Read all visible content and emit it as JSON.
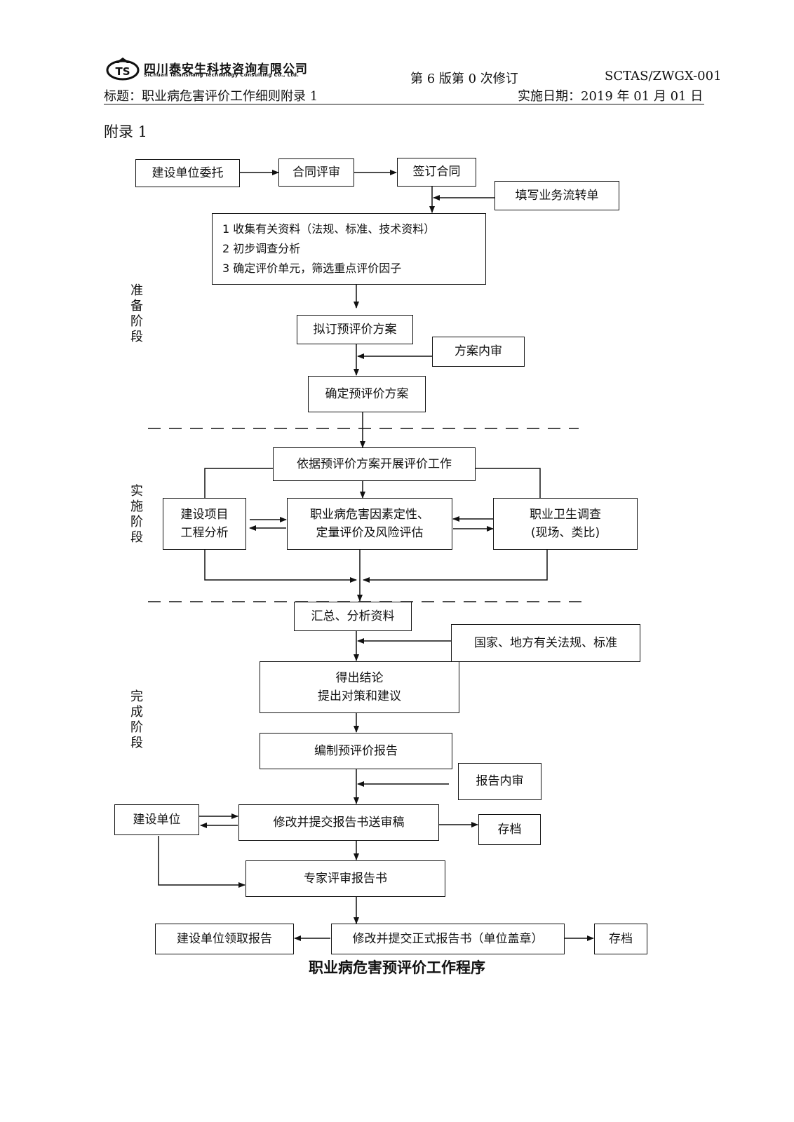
{
  "header": {
    "company_cn": "四川泰安生科技咨询有限公司",
    "company_en": "SiChuan Taianshang Technology Consulting Co., Ltd.",
    "version": "第 6 版第 0 次修订",
    "doc_code": "SCTAS/ZWGX-001",
    "title": "标题：职业病危害评价工作细则附录 1",
    "effective_date": "实施日期：2019 年 01 月 01 日"
  },
  "appendix_label": "附录 1",
  "stages": {
    "prepare": [
      "准",
      "备",
      "阶",
      "段"
    ],
    "implement": [
      "实",
      "施",
      "阶",
      "段"
    ],
    "complete": [
      "完",
      "成",
      "阶",
      "段"
    ]
  },
  "flow": {
    "entrust": "建设单位委托",
    "contract_review": "合同评审",
    "sign_contract": "签订合同",
    "fill_form": "填写业务流转单",
    "collect_lines": [
      "1 收集有关资料（法规、标准、技术资料）",
      "2 初步调查分析",
      "3 确定评价单元，筛选重点评价因子"
    ],
    "draft_plan": "拟订预评价方案",
    "plan_review": "方案内审",
    "confirm_plan": "确定预评价方案",
    "carry_out": "依据预评价方案开展评价工作",
    "project_analysis": [
      "建设项目",
      "工程分析"
    ],
    "hazard_eval": [
      "职业病危害因素定性、",
      "定量评价及风险评估"
    ],
    "hygiene_survey": [
      "职业卫生调查",
      "(现场、类比)"
    ],
    "summary": "汇总、分析资料",
    "regulations": "国家、地方有关法规、标准",
    "conclusion": [
      "得出结论",
      "提出对策和建议"
    ],
    "compile_report": "编制预评价报告",
    "report_review": "报告内审",
    "client": "建设单位",
    "revise_submit": "修改并提交报告书送审稿",
    "archive_1": "存档",
    "expert_review": "专家评审报告书",
    "client_receive": "建设单位领取报告",
    "final_submit": "修改并提交正式报告书（单位盖章）",
    "archive_2": "存档"
  },
  "caption": "职业病危害预评价工作程序"
}
